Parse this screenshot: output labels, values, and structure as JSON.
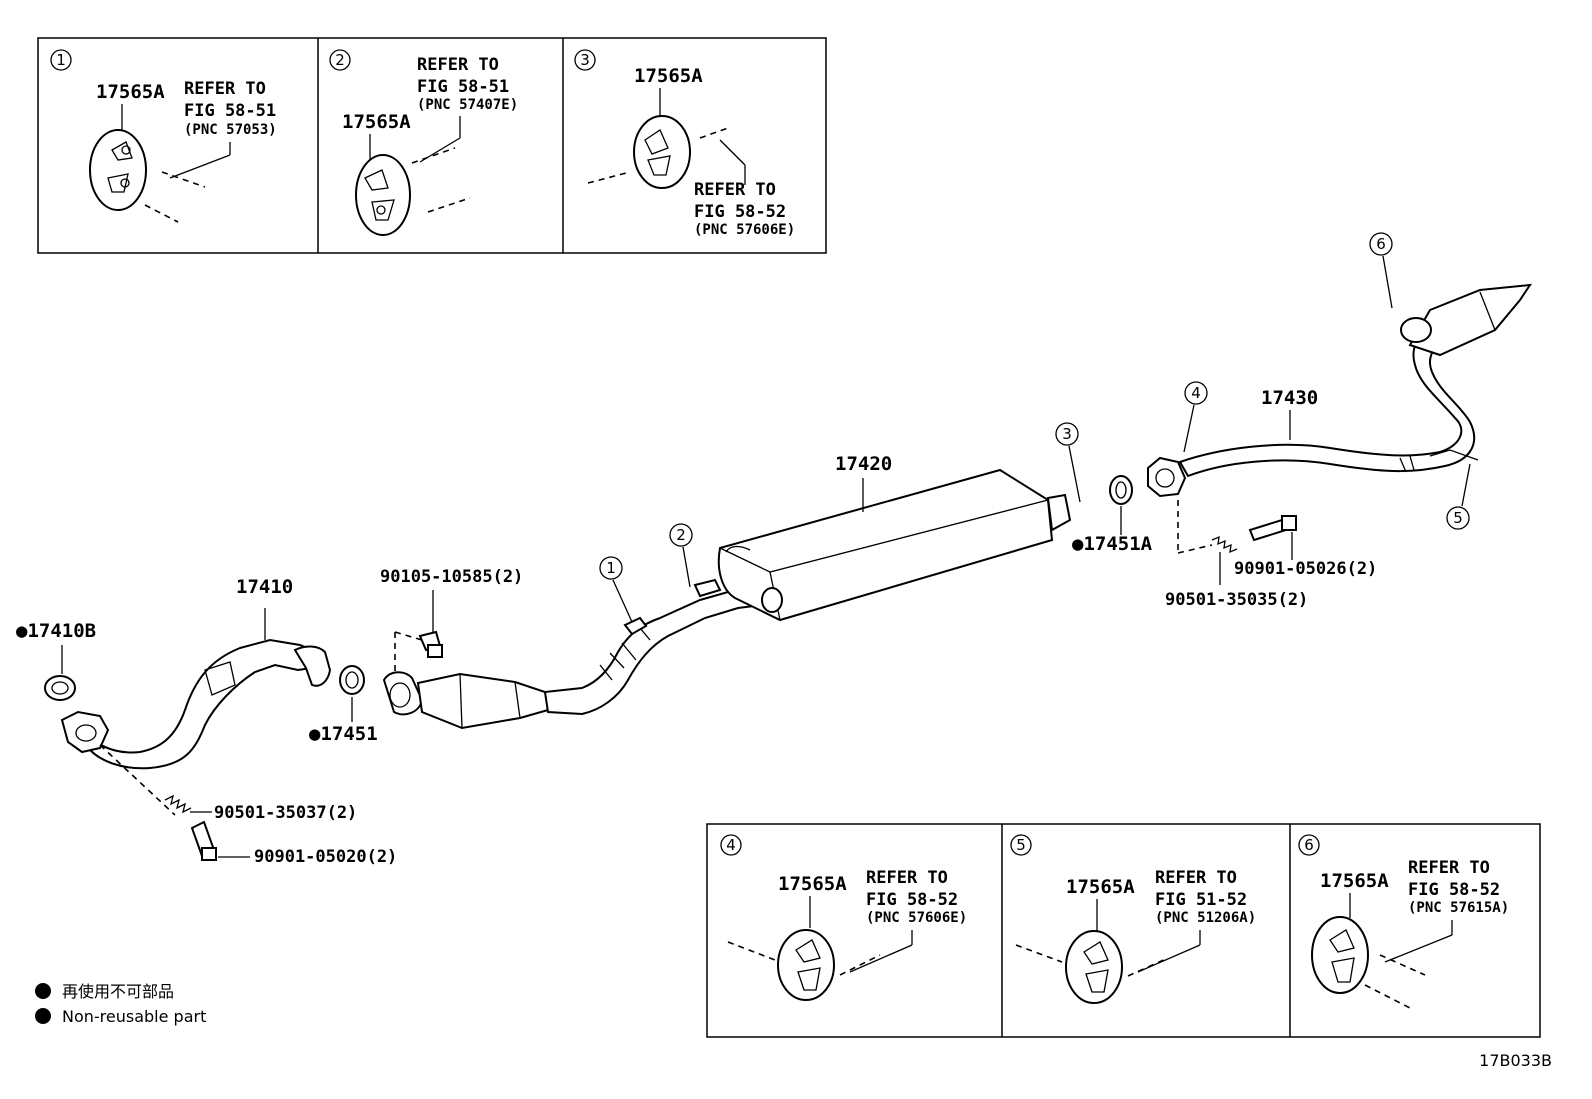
{
  "insets": {
    "i1": {
      "num": "1",
      "part": "17565A",
      "ref1": "REFER TO",
      "ref2": "FIG 58-51",
      "ref3": "(PNC 57053)"
    },
    "i2": {
      "num": "2",
      "part": "17565A",
      "ref1": "REFER TO",
      "ref2": "FIG 58-51",
      "ref3": "(PNC 57407E)"
    },
    "i3": {
      "num": "3",
      "part": "17565A",
      "ref1": "REFER TO",
      "ref2": "FIG 58-52",
      "ref3": "(PNC 57606E)"
    },
    "i4": {
      "num": "4",
      "part": "17565A",
      "ref1": "REFER TO",
      "ref2": "FIG 58-52",
      "ref3": "(PNC 57606E)"
    },
    "i5": {
      "num": "5",
      "part": "17565A",
      "ref1": "REFER TO",
      "ref2": "FIG 51-52",
      "ref3": "(PNC 51206A)"
    },
    "i6": {
      "num": "6",
      "part": "17565A",
      "ref1": "REFER TO",
      "ref2": "FIG 58-52",
      "ref3": "(PNC 57615A)"
    }
  },
  "callouts": {
    "c1": "1",
    "c2": "2",
    "c3": "3",
    "c4": "4",
    "c5": "5",
    "c6": "6"
  },
  "parts": {
    "p17410": "17410",
    "p17410B": "●17410B",
    "p17451": "●17451",
    "p17451A": "●17451A",
    "p17420": "17420",
    "p17430": "17430",
    "bolt1": "90105-10585(2)",
    "spring1": "90501-35037(2)",
    "bolt2": "90901-05020(2)",
    "bolt3": "90901-05026(2)",
    "spring2": "90501-35035(2)"
  },
  "legend": {
    "line1": "再使用不可部品",
    "line2": "Non-reusable part"
  },
  "code": "17B033B"
}
